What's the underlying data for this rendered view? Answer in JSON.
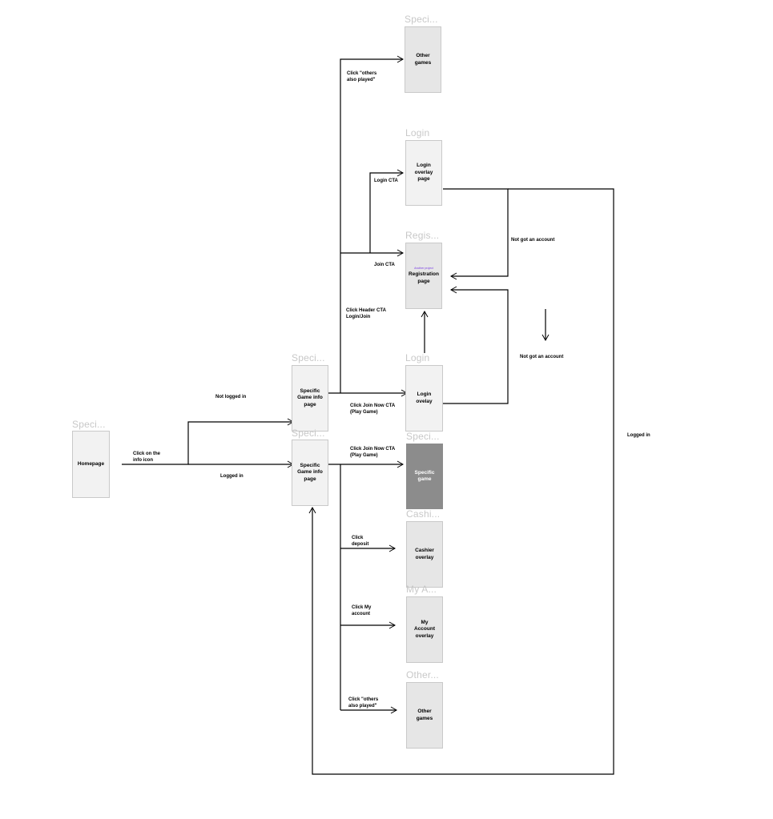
{
  "nodes": {
    "homepage": {
      "title": "Speci...",
      "label": "Homepage"
    },
    "game_info_not_logged": {
      "title": "Speci...",
      "label": "Specific\nGame info\npage"
    },
    "game_info_logged": {
      "title": "Speci...",
      "label": "Specific\nGame info\npage"
    },
    "other_games_top": {
      "title": "Speci...",
      "label": "Other\ngames"
    },
    "login_overlay_page": {
      "title": "Login",
      "label": "Login\noverlay\npage"
    },
    "registration_page": {
      "title": "Regis...",
      "label": "Registration\npage",
      "tag": "Another project"
    },
    "login_overlay": {
      "title": "Login",
      "label": "Login\novelay"
    },
    "specific_game": {
      "title": "Speci...",
      "label": "Specific\ngame"
    },
    "cashier_overlay": {
      "title": "Cashi...",
      "label": "Cashier\noverlay"
    },
    "my_account_overlay": {
      "title": "My A...",
      "label": "My\nAccount\noverlay"
    },
    "other_games_bottom": {
      "title": "Other...",
      "label": "Other\ngames"
    }
  },
  "edge_labels": {
    "click_info_icon": "Click on the\ninfo icon",
    "not_logged_in": "Not logged in",
    "logged_in_left": "Logged in",
    "others_also_played_top": "Click \"others\nalso played\"",
    "login_cta": "Login CTA",
    "join_cta": "Join CTA",
    "header_cta": "Click Header CTA\nLogin/Join",
    "join_now_top": "Click Join Now CTA\n(Play Game)",
    "join_now_bottom": "Click Join Now CTA\n(Play Game)",
    "not_account_top": "Not got an account",
    "not_account_mid": "Not got an account",
    "logged_in_right": "Logged in",
    "click_deposit": "Click\ndeposit",
    "click_my_account": "Click My\naccount",
    "others_also_played_bottom": "Click \"others\nalso played\""
  }
}
